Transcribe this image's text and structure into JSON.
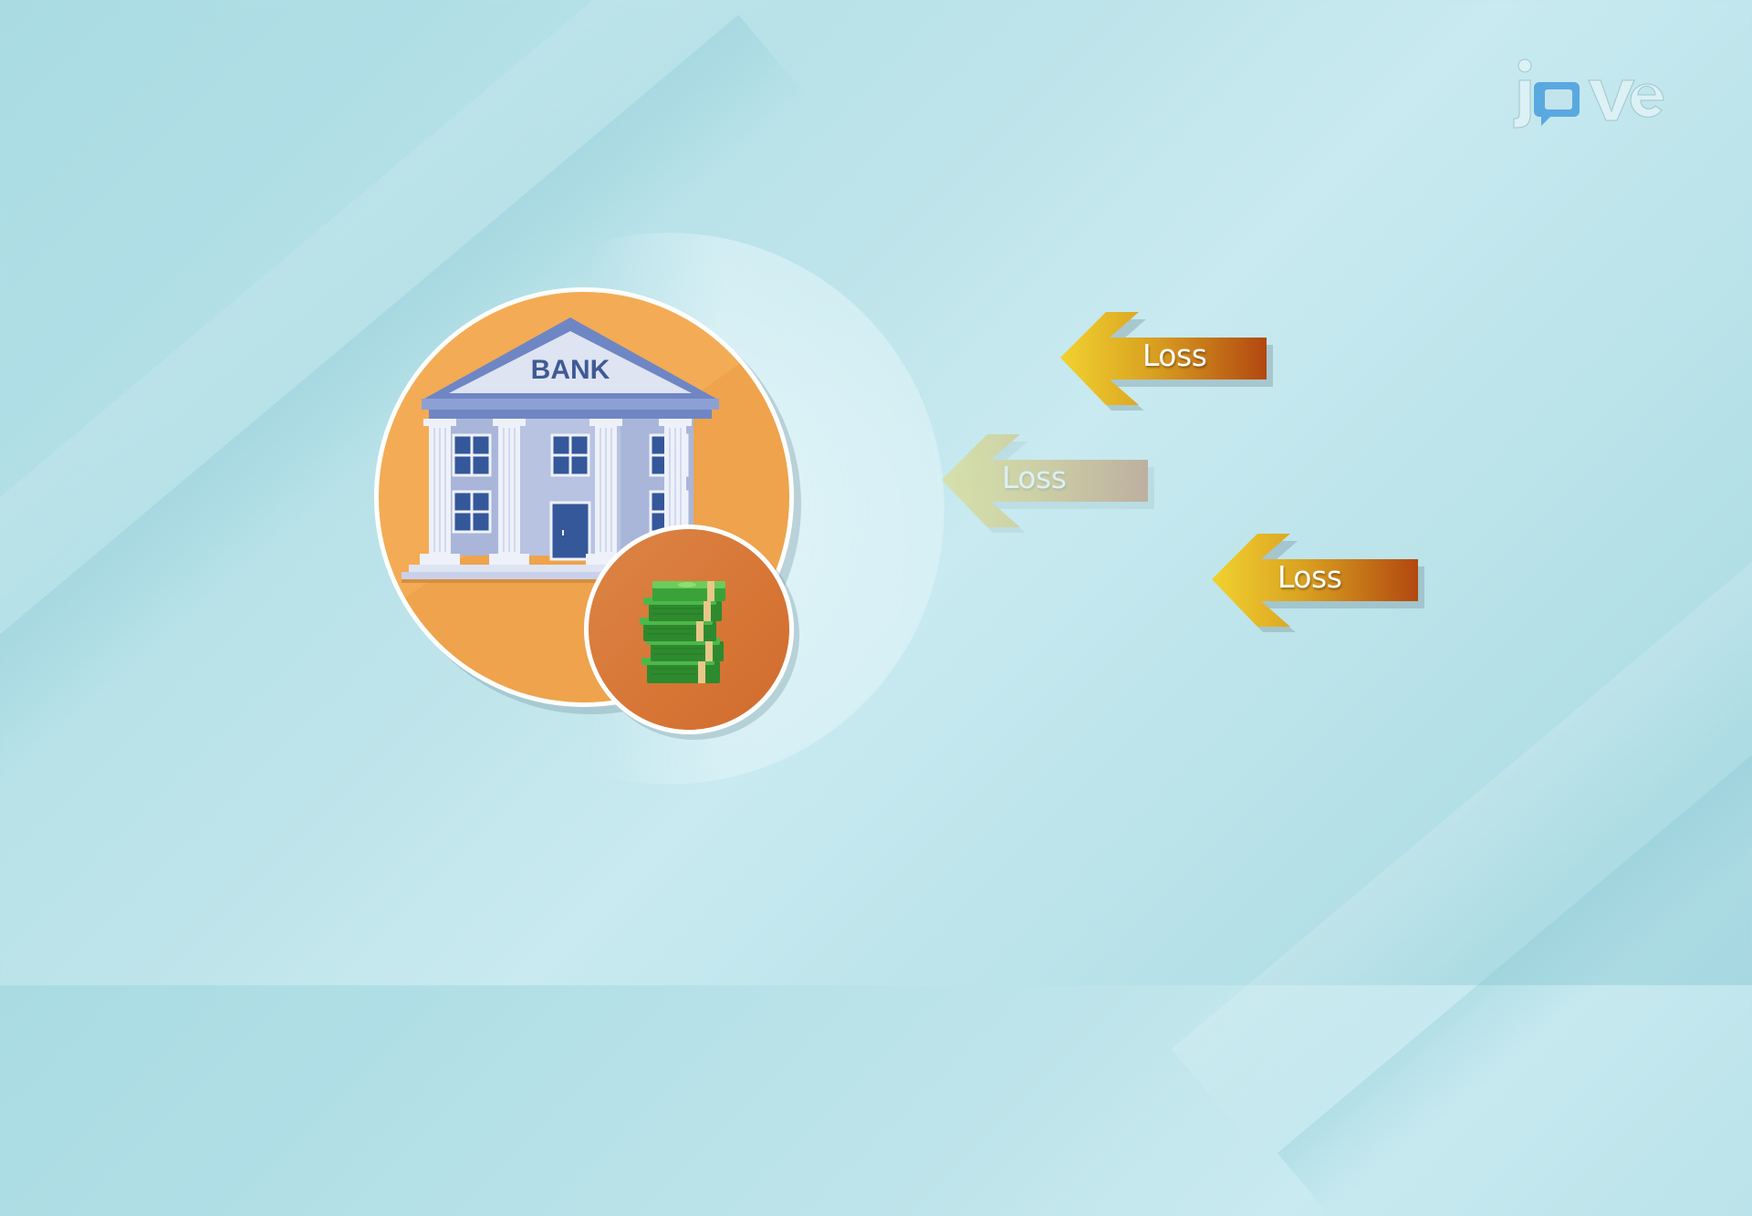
{
  "scene": {
    "background_color": "#b9e2e9",
    "bubble_edge_color": "#6ee6c8"
  },
  "logo": {
    "text": "jove",
    "icon": "speech-bubble-icon",
    "accent_color": "#5aa8e0"
  },
  "bank": {
    "sign": "BANK",
    "circle_color": "#f3ab55",
    "building_color": "#a9b6da",
    "roof_color": "#6f86c4",
    "window_color": "#34589a"
  },
  "money": {
    "icon": "cash-stack-icon",
    "circle_color": "#d77535",
    "bill_color": "#3ba23a"
  },
  "arrows": [
    {
      "label": "Loss",
      "direction": "left",
      "state": "active",
      "gradient": [
        "#f1d230",
        "#b24810"
      ]
    },
    {
      "label": "Loss",
      "direction": "left",
      "state": "faded",
      "gradient": [
        "#f1d230",
        "#b24810"
      ]
    },
    {
      "label": "Loss",
      "direction": "left",
      "state": "active",
      "gradient": [
        "#f1d230",
        "#b24810"
      ]
    }
  ]
}
